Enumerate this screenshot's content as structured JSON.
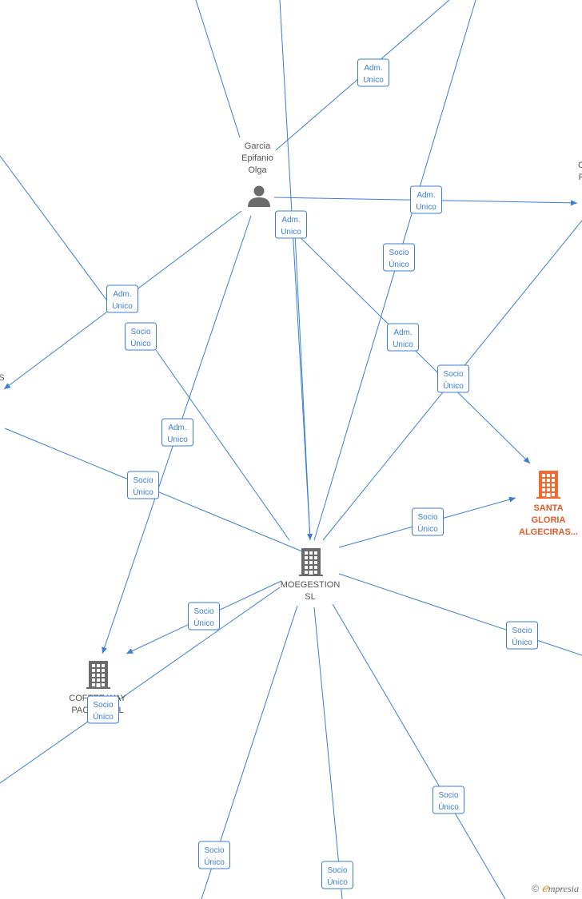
{
  "nodes": {
    "garcia": {
      "label_lines": [
        "Garcia",
        "Epifanio",
        "Olga"
      ],
      "kind": "person"
    },
    "moegestion": {
      "label_lines": [
        "MOEGESTION",
        "SL"
      ],
      "kind": "company"
    },
    "santa_gloria": {
      "label_lines": [
        "SANTA",
        "GLORIA",
        "ALGECIRAS..."
      ],
      "kind": "company-highlight"
    },
    "coffee": {
      "label_lines": [
        "COFFEE WAY",
        "PACIFIC...SL"
      ],
      "kind": "company"
    },
    "left_partial": {
      "label_lines": [
        "S"
      ],
      "kind": "partial"
    },
    "right_partial": {
      "label_lines": [
        "C",
        "F"
      ],
      "kind": "partial"
    }
  },
  "edge_labels": [
    {
      "lines": [
        "Adm.",
        "Unico"
      ]
    },
    {
      "lines": [
        "Adm.",
        "Unico"
      ]
    },
    {
      "lines": [
        "Adm.",
        "Unico"
      ]
    },
    {
      "lines": [
        "Adm.",
        "Unico"
      ]
    },
    {
      "lines": [
        "Adm.",
        "Unico"
      ]
    },
    {
      "lines": [
        "Adm.",
        "Unico"
      ]
    },
    {
      "lines": [
        "Socio",
        "Único"
      ]
    },
    {
      "lines": [
        "Socio",
        "Único"
      ]
    },
    {
      "lines": [
        "Socio",
        "Único"
      ]
    },
    {
      "lines": [
        "Socio",
        "Único"
      ]
    },
    {
      "lines": [
        "Socio",
        "Único"
      ]
    },
    {
      "lines": [
        "Socio",
        "Único"
      ]
    },
    {
      "lines": [
        "Socio",
        "Único"
      ]
    },
    {
      "lines": [
        "Socio",
        "Único"
      ]
    },
    {
      "lines": [
        "Socio",
        "Único"
      ]
    },
    {
      "lines": [
        "Socio",
        "Único"
      ]
    },
    {
      "lines": [
        "Socio",
        "Único"
      ]
    }
  ],
  "brand": {
    "copyright": "©",
    "e": "ℯ",
    "rest": "mpresia"
  },
  "colors": {
    "edge": "#3a7fd5",
    "node_gray": "#6b6b6b",
    "highlight": "#f26a2e"
  }
}
